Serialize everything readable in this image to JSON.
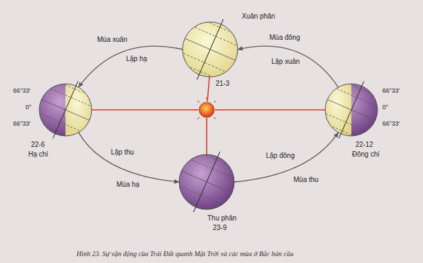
{
  "diagram": {
    "caption": "Hình 23. Sự vận động của Trái Đất quanh Mặt Trời và các mùa ở Bắc bán cầu",
    "nodes": [
      {
        "text": [
          "Xuân phân",
          "21-3"
        ]
      },
      {
        "text": [
          "22-6",
          "Hạ chí"
        ]
      },
      {
        "text": [
          "Thu phân",
          "23-9"
        ]
      },
      {
        "text": [
          "22-12",
          "Đông chí"
        ]
      }
    ],
    "edges": [
      {
        "from": 0,
        "to": 1,
        "arrow": "to",
        "label": "Mùa xuân"
      },
      {
        "from": 1,
        "to": 2,
        "arrow": "to",
        "label": "Mùa hạ"
      },
      {
        "from": 2,
        "to": 3,
        "arrow": "to",
        "label": "Mùa thu"
      },
      {
        "from": 3,
        "to": 0,
        "arrow": "to",
        "label": "Mùa đông"
      }
    ],
    "labels": [
      "Lập hạ",
      "Lập thu",
      "Lập đông",
      "Lập xuân",
      "66°33'",
      "0°",
      "66°33'",
      "66°33'",
      "0°",
      "66°33'"
    ]
  }
}
